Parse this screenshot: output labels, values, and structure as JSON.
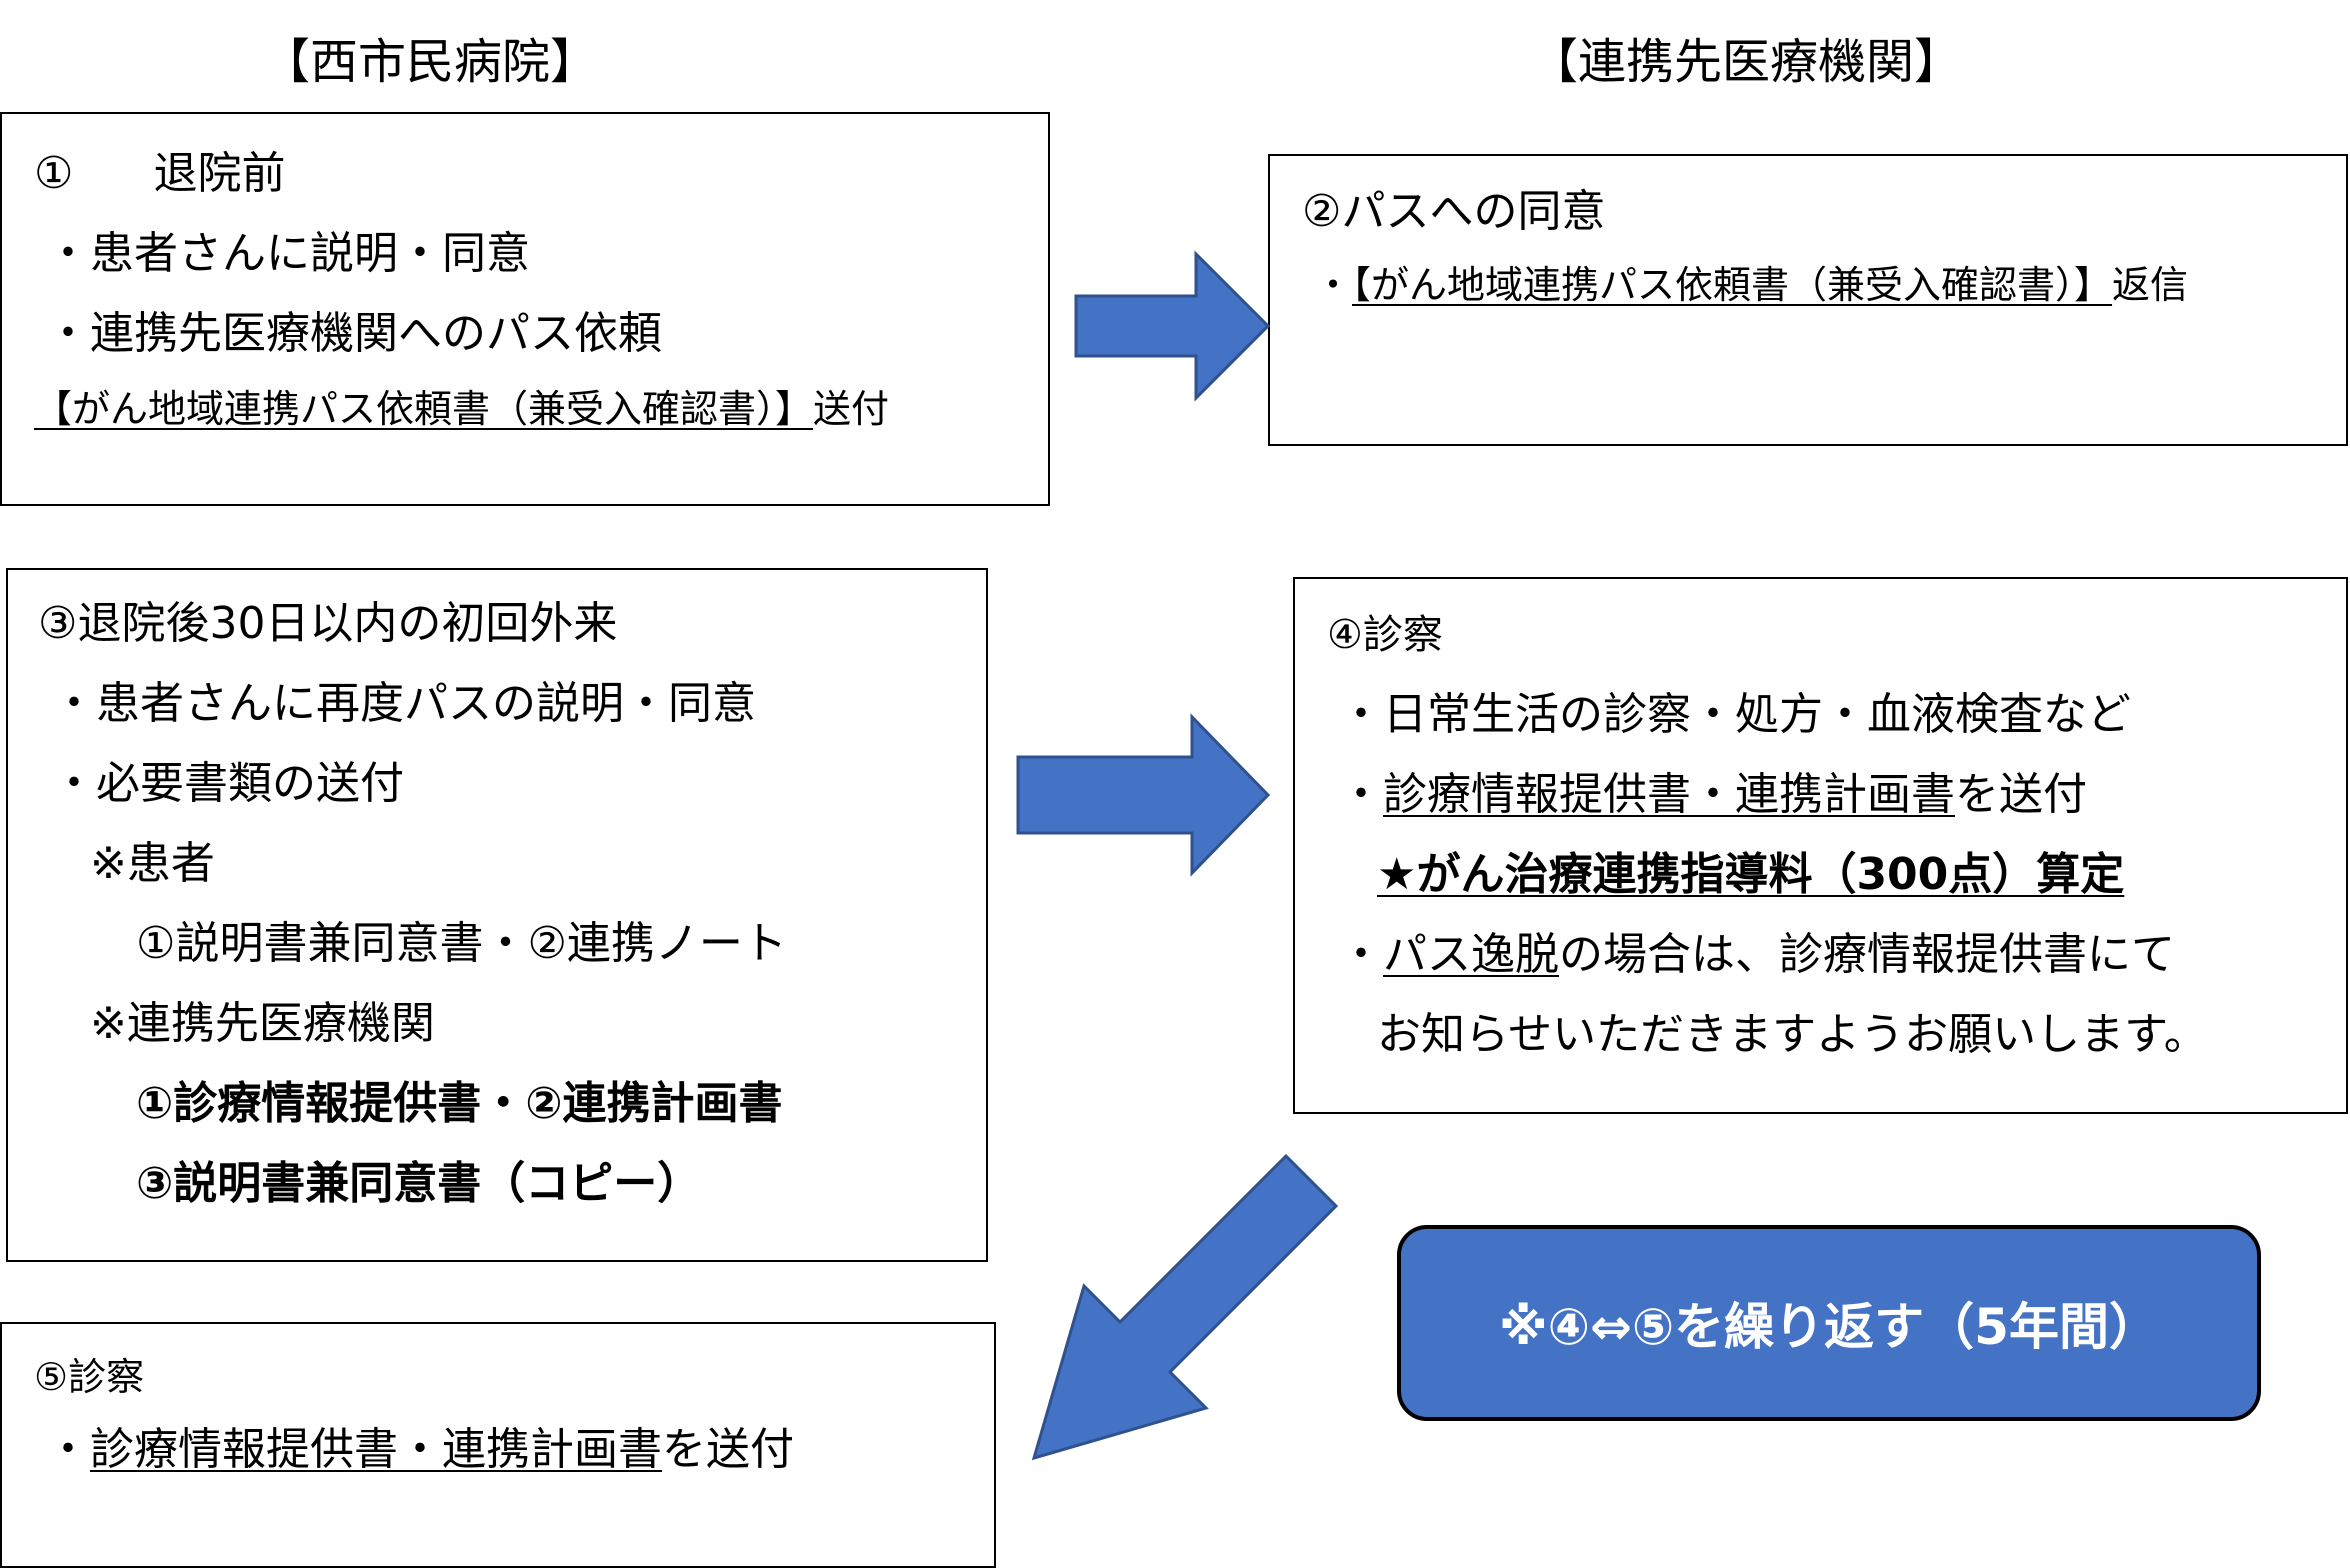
{
  "headers": {
    "left": "【西市民病院】",
    "right": "【連携先医療機関】"
  },
  "box1": {
    "title_num": "①",
    "title_text": "退院前",
    "bullet_mark": "・",
    "item1": "患者さんに説明・同意",
    "item2": "連携先医療機関へのパス依頼",
    "doc": "【がん地域連携パス依頼書（兼受入確認書）】",
    "doc_suffix": "送付"
  },
  "box2": {
    "title": "②パスへの同意",
    "bullet_mark": "・",
    "doc": "【がん地域連携パス依頼書（兼受入確認書）】",
    "doc_suffix": "返信"
  },
  "box3": {
    "title": "③退院後30日以内の初回外来",
    "bullet_mark": "・",
    "item1": "患者さんに再度パスの説明・同意",
    "item2": "必要書類の送付",
    "patient_label": "※患者",
    "patient_docs": "①説明書兼同意書・②連携ノート",
    "partner_label": "※連携先医療機関",
    "partner_docs1": "①診療情報提供書・②連携計画書",
    "partner_docs2": "③説明書兼同意書（コピー）"
  },
  "box4": {
    "title": "④診察",
    "bullet_mark": "・",
    "item1": "日常生活の診察・処方・血液検査など",
    "item2_link": "診療情報提供書・連携計画書",
    "item2_suffix": "を送付",
    "fee": "★がん治療連携指導料（300点）算定",
    "item3_link": "パス逸脱",
    "item3_suffix": "の場合は、診療情報提供書にて",
    "item3_cont": "お知らせいただきますようお願いします。"
  },
  "box5": {
    "title": "⑤診察",
    "bullet_mark": "・",
    "item1_link": "診療情報提供書・連携計画書",
    "item1_suffix": "を送付"
  },
  "cycle_note": "※④⇔⑤を繰り返す（5年間）",
  "colors": {
    "arrow_fill": "#4472C4",
    "arrow_stroke": "#2F528F",
    "pill_fill": "#4472C4",
    "pill_text": "#FFFFFF"
  }
}
